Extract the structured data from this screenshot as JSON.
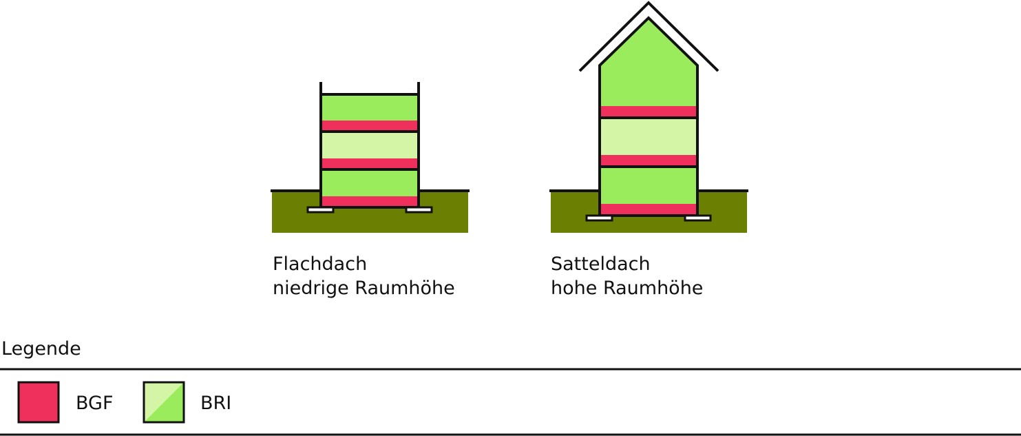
{
  "colors": {
    "bgf": "#f0305c",
    "bri_full": "#9aec5c",
    "bri_light": "#d4f5a5",
    "ground": "#6b7f03",
    "outline": "#111111",
    "background": "#ffffff"
  },
  "houses": [
    {
      "roof_type": "flat",
      "caption_line1": "Flachdach",
      "caption_line2": "niedrige Raumhöhe"
    },
    {
      "roof_type": "gable",
      "caption_line1": "Satteldach",
      "caption_line2": "hohe Raumhöhe"
    }
  ],
  "legend": {
    "title": "Legende",
    "items": [
      {
        "label": "BGF",
        "swatch_icon": "bgf-swatch-icon"
      },
      {
        "label": "BRI",
        "swatch_icon": "bri-swatch-icon"
      }
    ]
  }
}
